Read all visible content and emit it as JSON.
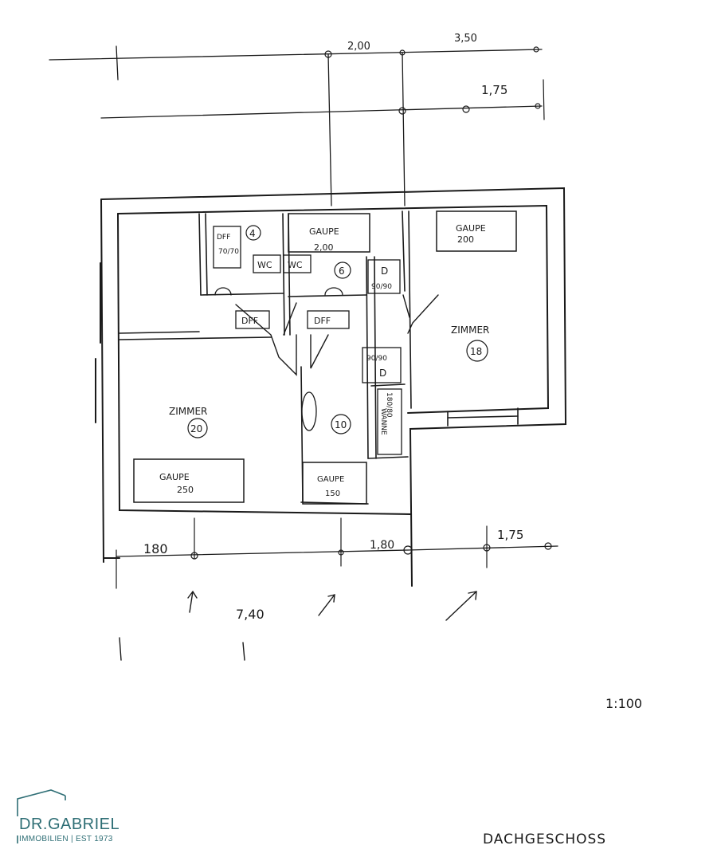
{
  "drawing": {
    "dimensions": {
      "top_left": "2,00",
      "top_right": "3,50",
      "right_upper": "1,75",
      "bottom_left": "180",
      "bottom_mid": "1,80",
      "bottom_right": "1,75",
      "bottom_total": "7,40"
    },
    "rooms": {
      "room_4": "4",
      "room_6": "6",
      "room_10": "10",
      "room_18": "18",
      "room_20": "20",
      "zimmer_left": "ZIMMER",
      "zimmer_right": "ZIMMER",
      "gaupe_top_mid": "GAUPE",
      "gaupe_top_mid_width": "2,00",
      "gaupe_top_right": "GAUPE",
      "gaupe_top_right_width": "200",
      "gaupe_bottom_left": "GAUPE",
      "gaupe_bottom_left_width": "250",
      "gaupe_bottom_mid": "GAUPE",
      "gaupe_bottom_mid_width": "150",
      "wc_1": "WC",
      "wc_2": "WC",
      "dff_1": "DFF",
      "dff_2": "DFF",
      "dff_shower": "DFF",
      "dff_shower_size": "70/70",
      "shower_d_1": "D",
      "shower_d_1_size": "90/90",
      "shower_d_2": "D",
      "shower_d_2_size": "90/90",
      "bath": "WANNE",
      "bath_size": "180/80"
    },
    "scale": "1:100",
    "floor_label": "DACHGESCHOSS"
  },
  "logo": {
    "name": "DR.GABRIEL",
    "tagline": "IMMOBILIEN | EST 1973",
    "color": "#2e6e75"
  }
}
